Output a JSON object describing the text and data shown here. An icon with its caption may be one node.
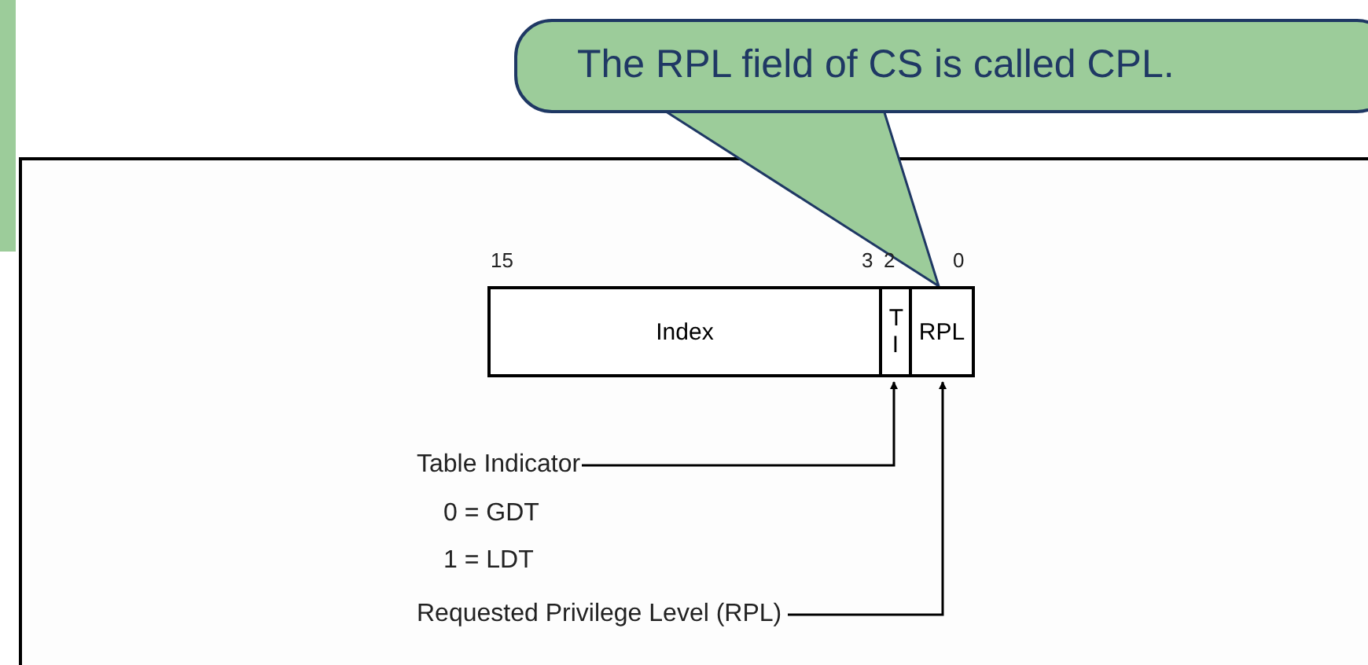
{
  "diagram": {
    "nodes": [
      {
        "text": [
          "The RPL field of CS is called CPL."
        ]
      },
      {
        "text": [
          "Index"
        ]
      },
      {
        "text": [
          "TI"
        ]
      },
      {
        "text": [
          "RPL"
        ]
      },
      {
        "text": [
          "Table Indicator"
        ]
      },
      {
        "text": [
          "Requested Privilege Level (RPL)"
        ]
      }
    ],
    "edges": [
      {
        "from": 0,
        "to": 3,
        "arrow": "to"
      },
      {
        "from": 4,
        "to": 2,
        "arrow": "to"
      },
      {
        "from": 5,
        "to": 3,
        "arrow": "to"
      }
    ],
    "labels": [
      "15",
      "3",
      "2",
      "0",
      "0 = GDT",
      "1 = LDT"
    ]
  }
}
